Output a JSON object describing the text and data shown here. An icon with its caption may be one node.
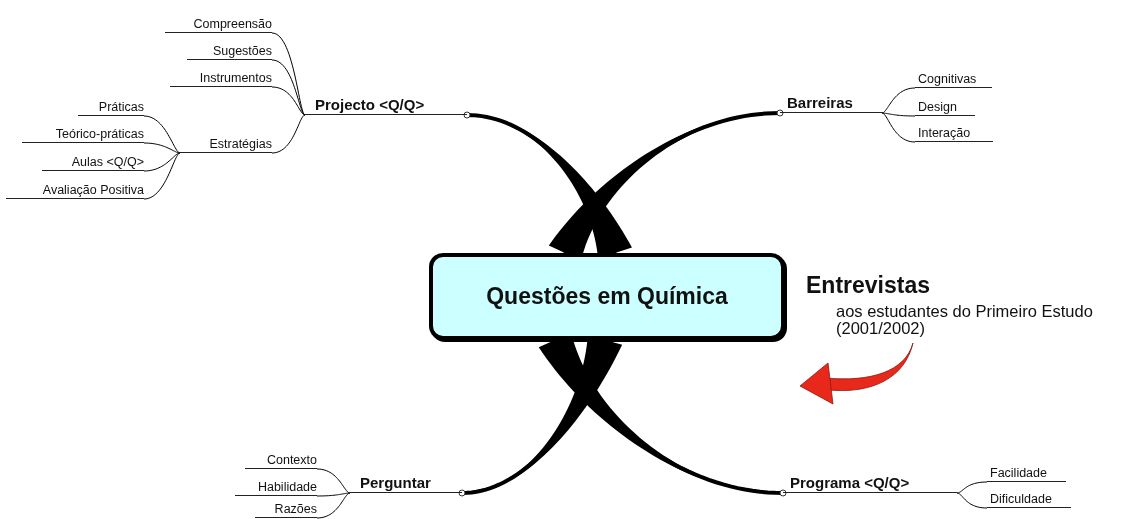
{
  "diagram": {
    "nodes": [
      {
        "text": [
          "Questões em Química"
        ]
      },
      {
        "text": [
          "Projecto <Q/Q>"
        ]
      },
      {
        "text": [
          "Compreensão"
        ]
      },
      {
        "text": [
          "Sugestões"
        ]
      },
      {
        "text": [
          "Instrumentos"
        ]
      },
      {
        "text": [
          "Estratégias"
        ]
      },
      {
        "text": [
          "Práticas"
        ]
      },
      {
        "text": [
          "Teórico-práticas"
        ]
      },
      {
        "text": [
          "Aulas <Q/Q>"
        ]
      },
      {
        "text": [
          "Avaliação Positiva"
        ]
      },
      {
        "text": [
          "Barreiras"
        ]
      },
      {
        "text": [
          "Cognitivas"
        ]
      },
      {
        "text": [
          "Design"
        ]
      },
      {
        "text": [
          "Interação"
        ]
      },
      {
        "text": [
          "Perguntar"
        ]
      },
      {
        "text": [
          "Contexto"
        ]
      },
      {
        "text": [
          "Habilidade"
        ]
      },
      {
        "text": [
          "Razões"
        ]
      },
      {
        "text": [
          "Programa <Q/Q>"
        ]
      },
      {
        "text": [
          "Facilidade"
        ]
      },
      {
        "text": [
          "Dificuldade"
        ]
      }
    ],
    "edges": [
      {
        "from": 0,
        "to": 1,
        "arrow": "other",
        "style": "thick"
      },
      {
        "from": 0,
        "to": 10,
        "arrow": "other",
        "style": "thick"
      },
      {
        "from": 0,
        "to": 14,
        "arrow": "other",
        "style": "thick"
      },
      {
        "from": 0,
        "to": 18,
        "arrow": "other",
        "style": "thick"
      },
      {
        "from": 1,
        "to": 2,
        "arrow": "none"
      },
      {
        "from": 1,
        "to": 3,
        "arrow": "none"
      },
      {
        "from": 1,
        "to": 4,
        "arrow": "none"
      },
      {
        "from": 1,
        "to": 5,
        "arrow": "none"
      },
      {
        "from": 5,
        "to": 6,
        "arrow": "none"
      },
      {
        "from": 5,
        "to": 7,
        "arrow": "none"
      },
      {
        "from": 5,
        "to": 8,
        "arrow": "none"
      },
      {
        "from": 5,
        "to": 9,
        "arrow": "none"
      },
      {
        "from": 10,
        "to": 11,
        "arrow": "none"
      },
      {
        "from": 10,
        "to": 12,
        "arrow": "none"
      },
      {
        "from": 10,
        "to": 13,
        "arrow": "none"
      },
      {
        "from": 14,
        "to": 15,
        "arrow": "none"
      },
      {
        "from": 14,
        "to": 16,
        "arrow": "none"
      },
      {
        "from": 14,
        "to": 17,
        "arrow": "none"
      },
      {
        "from": 18,
        "to": 19,
        "arrow": "none"
      },
      {
        "from": 18,
        "to": 20,
        "arrow": "none"
      }
    ],
    "labels": [
      "Entrevistas",
      "aos estudantes do Primeiro Estudo (2001/2002)"
    ]
  }
}
